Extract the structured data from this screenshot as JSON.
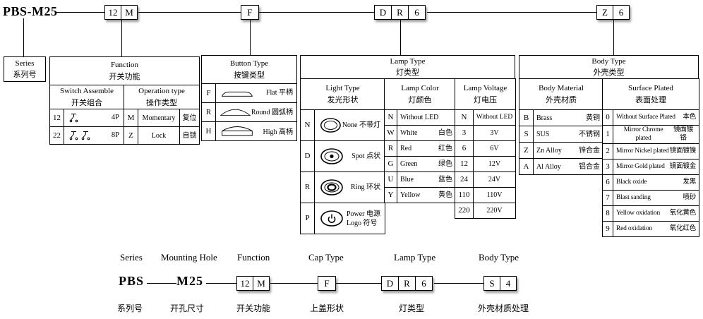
{
  "title": "PBS-M25",
  "top_boxes": {
    "function": [
      "12",
      "M"
    ],
    "cap": [
      "F"
    ],
    "lamp": [
      "D",
      "R",
      "6"
    ],
    "body": [
      "Z",
      "6"
    ]
  },
  "series_box": {
    "en": "Series",
    "zh": "系列号"
  },
  "function_table": {
    "header_en": "Function",
    "header_zh": "开关功能",
    "assemble_en": "Switch Assemble",
    "assemble_zh": "开关组合",
    "operation_en": "Operation type",
    "operation_zh": "操作类型",
    "rows": [
      {
        "code": "12",
        "pins": "4P",
        "op_code": "M",
        "op_en": "Momentary",
        "op_zh": "复位"
      },
      {
        "code": "22",
        "pins": "8P",
        "op_code": "Z",
        "op_en": "Lock",
        "op_zh": "自锁"
      }
    ]
  },
  "button_table": {
    "header_en": "Button Type",
    "header_zh": "按键类型",
    "rows": [
      {
        "code": "F",
        "en": "Flat",
        "zh": "平柄"
      },
      {
        "code": "R",
        "en": "Round",
        "zh": "圆弧柄"
      },
      {
        "code": "H",
        "en": "High",
        "zh": "高柄"
      }
    ]
  },
  "lamp_table": {
    "header_en": "Lamp Type",
    "header_zh": "灯类型",
    "light": {
      "header_en": "Light Type",
      "header_zh": "发光形状",
      "rows": [
        {
          "code": "N",
          "en": "None",
          "zh": "不带灯"
        },
        {
          "code": "D",
          "en": "Spot",
          "zh": "点状"
        },
        {
          "code": "R",
          "en": "Ring",
          "zh": "环状"
        },
        {
          "code": "P",
          "en": "Power",
          "zh": "电源",
          "en2": "Logo",
          "zh2": "符号"
        }
      ]
    },
    "color": {
      "header_en": "Lamp Color",
      "header_zh": "灯颜色",
      "rows": [
        {
          "code": "N",
          "en": "Without LED",
          "zh": ""
        },
        {
          "code": "W",
          "en": "White",
          "zh": "白色"
        },
        {
          "code": "R",
          "en": "Red",
          "zh": "红色"
        },
        {
          "code": "G",
          "en": "Green",
          "zh": "绿色"
        },
        {
          "code": "U",
          "en": "Blue",
          "zh": "蓝色"
        },
        {
          "code": "Y",
          "en": "Yellow",
          "zh": "黄色"
        }
      ]
    },
    "voltage": {
      "header_en": "Lamp Voltage",
      "header_zh": "灯电压",
      "rows": [
        {
          "code": "N",
          "value": "Without LED"
        },
        {
          "code": "3",
          "value": "3V"
        },
        {
          "code": "6",
          "value": "6V"
        },
        {
          "code": "12",
          "value": "12V"
        },
        {
          "code": "24",
          "value": "24V"
        },
        {
          "code": "110",
          "value": "110V"
        },
        {
          "code": "220",
          "value": "220V"
        }
      ]
    }
  },
  "body_table": {
    "header_en": "Body Type",
    "header_zh": "外壳类型",
    "material": {
      "header_en": "Body Material",
      "header_zh": "外壳材质",
      "rows": [
        {
          "code": "B",
          "en": "Brass",
          "zh": "黄铜"
        },
        {
          "code": "S",
          "en": "SUS",
          "zh": "不锈钢"
        },
        {
          "code": "Z",
          "en": "Zn Alloy",
          "zh": "锌合金"
        },
        {
          "code": "A",
          "en": "Al Alloy",
          "zh": "铝合金"
        }
      ]
    },
    "surface": {
      "header_en": "Surface Plated",
      "header_zh": "表面处理",
      "rows": [
        {
          "code": "0",
          "en": "Without Surface Plated",
          "zh": "本色"
        },
        {
          "code": "1",
          "en": "Mirror Chrome plated",
          "zh": "镜面镀铬"
        },
        {
          "code": "2",
          "en": "Mirror Nickel plated",
          "zh": "镜面镀镍"
        },
        {
          "code": "3",
          "en": "Mirror Gold plated",
          "zh": "镜面镀金"
        },
        {
          "code": "6",
          "en": "Black oxide",
          "zh": "发黑"
        },
        {
          "code": "7",
          "en": "Blast sanding",
          "zh": "喷砂"
        },
        {
          "code": "8",
          "en": "Yellow oxidation",
          "zh": "氧化黄色"
        },
        {
          "code": "9",
          "en": "Red oxidation",
          "zh": "氧化红色"
        }
      ]
    }
  },
  "example": {
    "labels_top": [
      "Series",
      "Mounting Hole",
      "Function",
      "Cap Type",
      "Lamp Type",
      "Body Type"
    ],
    "series": "PBS",
    "mounting": "M25",
    "boxes": {
      "function": [
        "12",
        "M"
      ],
      "cap": [
        "F"
      ],
      "lamp": [
        "D",
        "R",
        "6"
      ],
      "body": [
        "S",
        "4"
      ]
    },
    "labels_bottom": [
      "系列号",
      "开孔尺寸",
      "开关功能",
      "上盖形状",
      "灯类型",
      "外壳材质处理"
    ]
  }
}
